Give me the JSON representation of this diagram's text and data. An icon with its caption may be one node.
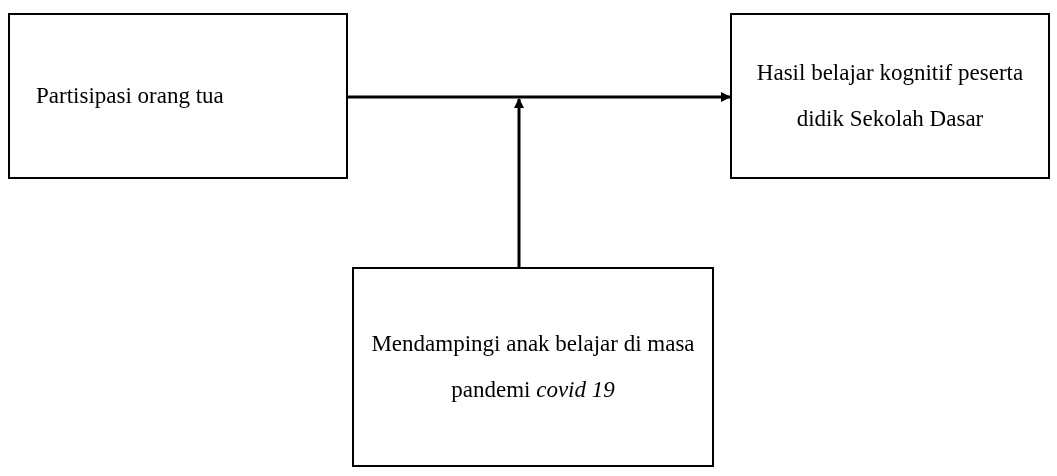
{
  "diagram": {
    "nodes": [
      {
        "text": [
          "Partisipasi orang tua"
        ]
      },
      {
        "text": [
          "Hasil belajar kognitif peserta didik Sekolah Dasar"
        ]
      },
      {
        "text": [
          "Mendampingi anak belajar di masa pandemi *covid 19*"
        ]
      }
    ],
    "edges": [
      {
        "from": 0,
        "to": 1,
        "arrow": "to"
      },
      {
        "from": 2,
        "to": null,
        "arrow": "to"
      }
    ]
  }
}
